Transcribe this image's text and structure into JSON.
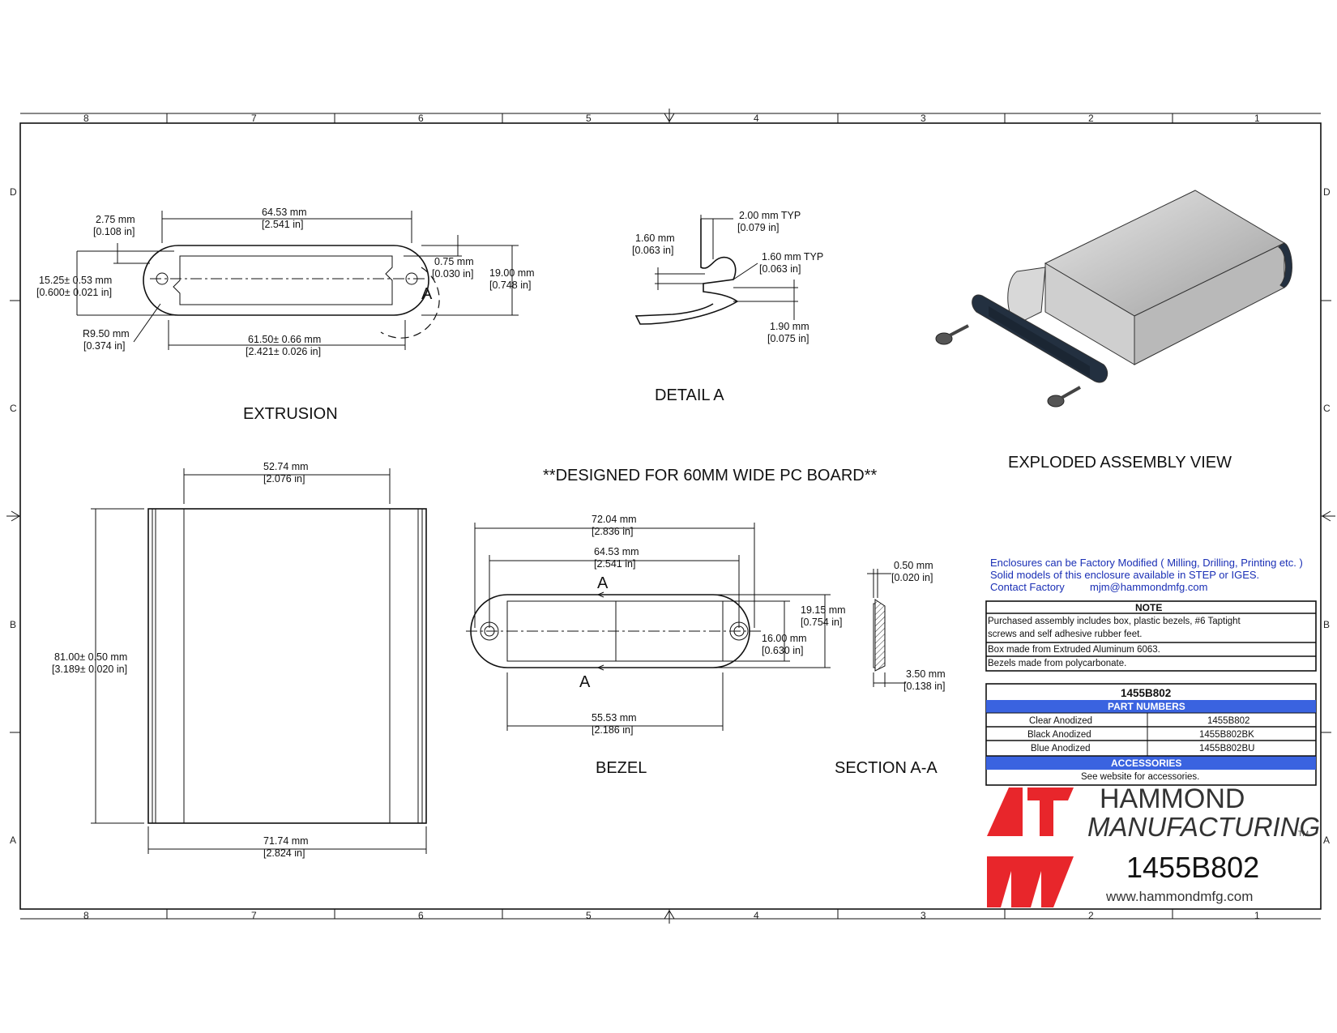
{
  "zones": {
    "columns": [
      "8",
      "7",
      "6",
      "5",
      "4",
      "3",
      "2",
      "1"
    ],
    "rows": [
      "D",
      "C",
      "B",
      "A"
    ]
  },
  "extrusion": {
    "title": "EXTRUSION",
    "dims": {
      "top_width_mm": "64.53 mm",
      "top_width_in": "[2.541 in]",
      "corner_mm": "2.75 mm",
      "corner_in": "[0.108 in]",
      "height_mm": "15.25± 0.53 mm",
      "height_in": "[0.600± 0.021 in]",
      "slot_mm": "0.75 mm",
      "slot_in": "[0.030 in]",
      "outer_h_mm": "19.00 mm",
      "outer_h_in": "[0.748 in]",
      "radius_mm": "R9.50 mm",
      "radius_in": "[0.374 in]",
      "bottom_mm": "61.50± 0.66 mm",
      "bottom_in": "[2.421± 0.026 in]"
    },
    "detail_marker": "A"
  },
  "detail_a": {
    "title": "DETAIL  A",
    "dims": {
      "d1_mm": "2.00 mm TYP",
      "d1_in": "[0.079 in]",
      "d2_mm": "1.60 mm",
      "d2_in": "[0.063 in]",
      "d3_mm": "1.60 mm TYP",
      "d3_in": "[0.063 in]",
      "d4_mm": "1.90 mm",
      "d4_in": "[0.075 in]"
    }
  },
  "exploded": {
    "title": "EXPLODED ASSEMBLY VIEW"
  },
  "banner": "**DESIGNED FOR 60MM WIDE PC BOARD**",
  "top_view": {
    "dims": {
      "w_mm": "52.74 mm",
      "w_in": "[2.076 in]",
      "h_mm": "81.00± 0.50 mm",
      "h_in": "[3.189± 0.020 in]",
      "bw_mm": "71.74 mm",
      "bw_in": "[2.824 in]"
    }
  },
  "bezel": {
    "title": "BEZEL",
    "section_marker": "A",
    "dims": {
      "outer_mm": "72.04 mm",
      "outer_in": "[2.836 in]",
      "inner_mm": "64.53 mm",
      "inner_in": "[2.541 in]",
      "h_mm": "19.15 mm",
      "h_in": "[0.754 in]",
      "ih_mm": "16.00 mm",
      "ih_in": "[0.630 in]",
      "bottom_mm": "55.53 mm",
      "bottom_in": "[2.186 in]"
    }
  },
  "section_aa": {
    "title": "SECTION A-A",
    "dims": {
      "t_mm": "0.50 mm",
      "t_in": "[0.020 in]",
      "b_mm": "3.50 mm",
      "b_in": "[0.138 in]"
    }
  },
  "info": {
    "line1": "Enclosures can be Factory Modified ( Milling, Drilling, Printing etc. )",
    "line2": "Solid models of this enclosure available in STEP or IGES.",
    "contact_label": "Contact Factory",
    "contact_email": "mjm@hammondmfg.com"
  },
  "note": {
    "header": "NOTE",
    "rows": [
      "Purchased assembly includes box, plastic bezels, #6 Taptight",
      "screws and self adhesive rubber feet.",
      "Box made from Extruded Aluminum 6063.",
      "Bezels made from polycarbonate."
    ]
  },
  "parts": {
    "title": "1455B802",
    "header": "PART NUMBERS",
    "rows": [
      {
        "finish": "Clear Anodized",
        "part": "1455B802"
      },
      {
        "finish": "Black Anodized",
        "part": "1455B802BK"
      },
      {
        "finish": "Blue Anodized",
        "part": "1455B802BU"
      }
    ],
    "accessories_header": "ACCESSORIES",
    "accessories_text": "See website for accessories."
  },
  "brand": {
    "line1": "HAMMOND",
    "line2": "MANUFACTURING",
    "tm": "TM",
    "part": "1455B802",
    "website": "www.hammondmfg.com"
  },
  "colors": {
    "blue_text": "#1a2fb5",
    "table_bar": "#3a63e0",
    "logo_red": "#e8262b"
  }
}
